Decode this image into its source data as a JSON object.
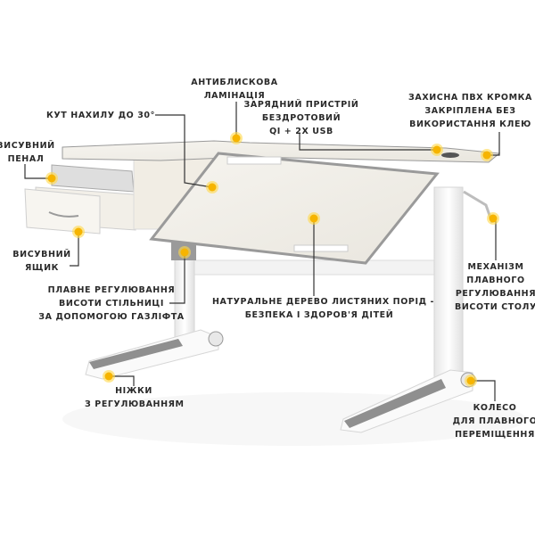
{
  "colors": {
    "marker": "#f6b400",
    "marker_glow": "#ffd84a",
    "text": "#2a2a2a",
    "leader": "#333333",
    "desk_top": "#f1efe9",
    "edge": "#9a9a9a",
    "frame": "#f4f4f4",
    "foot_pad": "#8f8f8f"
  },
  "labels": {
    "antiglare": [
      "АНТИБЛИСКОВА",
      "ЛАМІНАЦІЯ"
    ],
    "tilt": [
      "КУТ НАХИЛУ ДО 30°"
    ],
    "charger": [
      "ЗАРЯДНИЙ ПРИСТРІЙ",
      "БЕЗДРОТОВИЙ",
      "QI + 2X USB"
    ],
    "edge": [
      "ЗАХИСНА ПВХ КРОМКА",
      "ЗАКРІПЛЕНА БЕЗ",
      "ВИКОРИСТАННЯ КЛЕЮ"
    ],
    "pencil_case": [
      "ВИСУВНИЙ",
      "ПЕНАЛ"
    ],
    "drawer": [
      "ВИСУВНИЙ",
      "ЯЩИК"
    ],
    "gaslift": [
      "ПЛАВНЕ РЕГУЛЮВАННЯ",
      "ВИСОТИ СТІЛЬНИЦІ",
      "ЗА ДОПОМОГОЮ ГАЗЛІФТА"
    ],
    "wood": [
      "НАТУРАЛЬНЕ ДЕРЕВО ЛИСТЯНИХ ПОРІД -",
      "БЕЗПЕКА І ЗДОРОВ'Я ДІТЕЙ"
    ],
    "mechanism": [
      "МЕХАНІЗМ",
      "ПЛАВНОГО",
      "РЕГУЛЮВАННЯ",
      "ВИСОТИ СТОЛУ"
    ],
    "legs": [
      "НІЖКИ",
      "З РЕГУЛЮВАННЯМ"
    ],
    "wheel": [
      "КОЛЕСО",
      "ДЛЯ ПЛАВНОГО",
      "ПЕРЕМІЩЕННЯ"
    ]
  }
}
